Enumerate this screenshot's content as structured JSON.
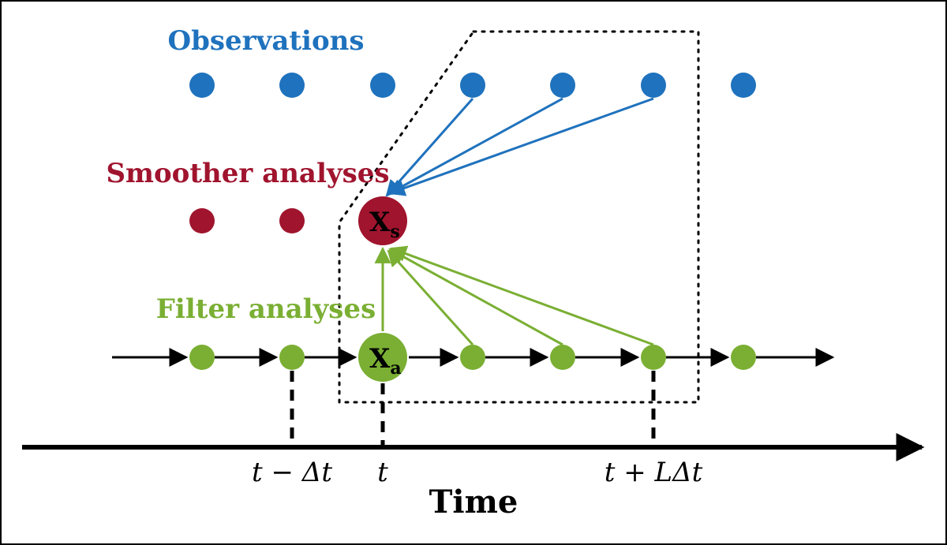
{
  "labels": {
    "observations": "Observations",
    "smoother": "Smoother analyses",
    "filter": "Filter analyses",
    "time_axis": "Time"
  },
  "nodes": {
    "xs_main": "X",
    "xs_sub": "s",
    "xa_main": "X",
    "xa_sub": "a"
  },
  "ticks": {
    "t_minus": "t − Δt",
    "t": "t",
    "t_plus": "t + LΔt"
  },
  "colors": {
    "observations": "#1f72bd",
    "smoother": "#a0142e",
    "filter": "#7aaf33",
    "arrows_black": "#000000"
  },
  "counts": {
    "observations": 7,
    "smoother": 3,
    "filter": 7
  }
}
